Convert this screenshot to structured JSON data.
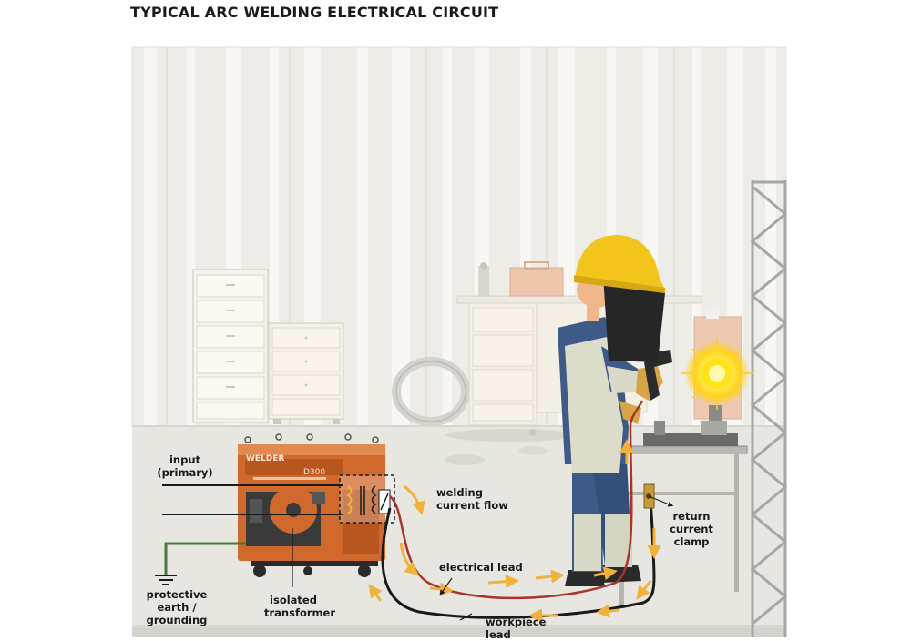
{
  "title": "TYPICAL ARC WELDING ELECTRICAL CIRCUIT",
  "welder": {
    "brand": "WELDER",
    "model": "D300"
  },
  "labels": {
    "input": [
      "input",
      "(primary)"
    ],
    "welding_current_flow": [
      "welding",
      "current flow"
    ],
    "return_current_clamp": [
      "return",
      "current",
      "clamp"
    ],
    "electrical_lead": "electrical lead",
    "protective_earth": [
      "protective",
      "earth /",
      "grounding"
    ],
    "isolated_transformer": [
      "isolated",
      "transformer"
    ],
    "workpiece_lead": "workpiece lead"
  },
  "colors": {
    "wall": "#eeece6",
    "wall_stripe": "#f8f7f3",
    "floor": "#e7e6e0",
    "welder_body": "#d2692c",
    "helmet": "#f2c41c",
    "arrow": "#f0b23a",
    "ground_wire": "#4a7a3a",
    "lead_red": "#a8342c",
    "spark": "#ffe21a"
  }
}
